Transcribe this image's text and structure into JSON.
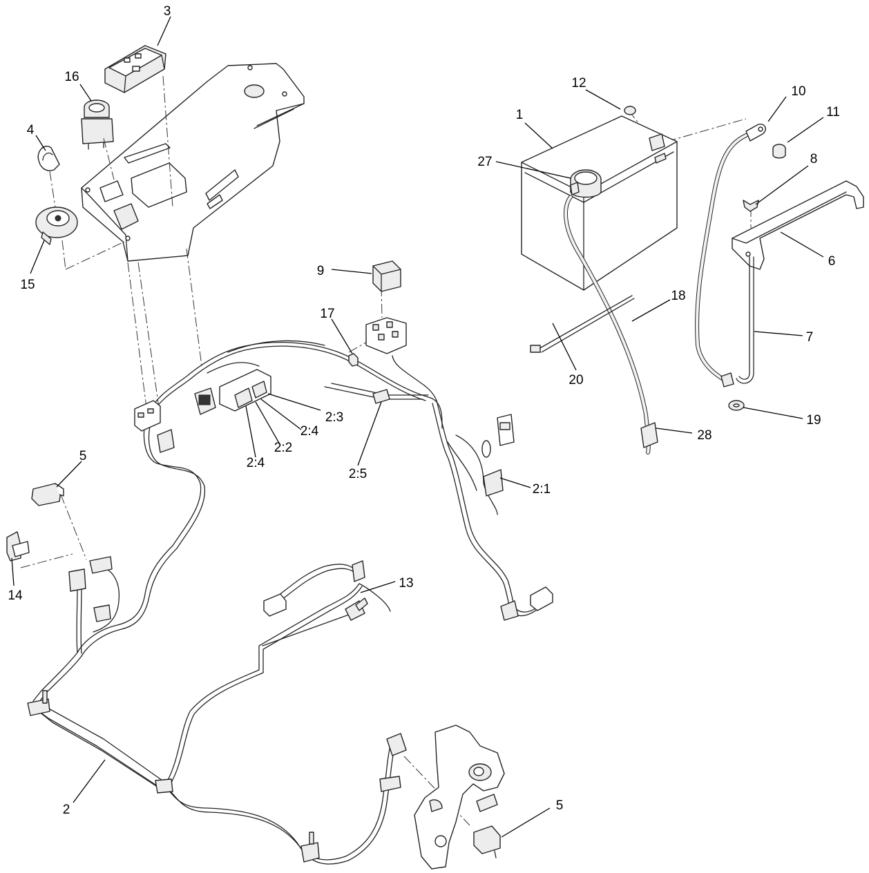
{
  "callouts": {
    "c1": "1",
    "c2": "2",
    "c2_1": "2:1",
    "c2_2": "2:2",
    "c2_3": "2:3",
    "c2_4a": "2:4",
    "c2_4b": "2:4",
    "c2_5": "2:5",
    "c3": "3",
    "c4": "4",
    "c5a": "5",
    "c5b": "5",
    "c6": "6",
    "c7": "7",
    "c8": "8",
    "c9": "9",
    "c10": "10",
    "c11": "11",
    "c12": "12",
    "c13": "13",
    "c14": "14",
    "c15": "15",
    "c16": "16",
    "c17": "17",
    "c18": "18",
    "c19": "19",
    "c20": "20",
    "c27": "27",
    "c28": "28"
  }
}
